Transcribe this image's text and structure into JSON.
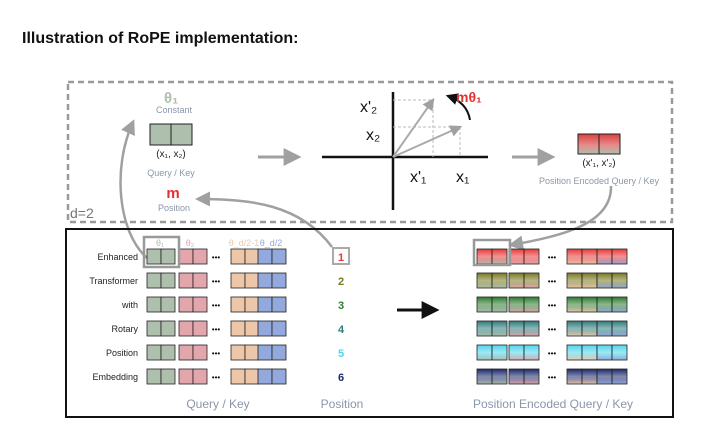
{
  "title": "Illustration of RoPE implementation:",
  "top_panel": {
    "theta_symbol": "θ₁",
    "constant_label": "Constant",
    "vector_label": "(x₁, x₂)",
    "query_key_label": "Query / Key",
    "m_symbol": "m",
    "position_label": "Position",
    "d_label": "d=2",
    "axis_x2p": "x'₂",
    "axis_x2": "x₂",
    "axis_x1p": "x'₁",
    "axis_x1": "x₁",
    "rotation_label": "mθ₁",
    "encoded_vector_label": "(x'₁, x'₂)",
    "encoded_label": "Position Encoded Query / Key"
  },
  "bottom_panel": {
    "theta_labels": [
      "θ₁",
      "θ₂",
      "θ_d/2-1",
      "θ_d/2"
    ],
    "ellipsis": "•••",
    "words": [
      "Enhanced",
      "Transformer",
      "with",
      "Rotary",
      "Position",
      "Embedding"
    ],
    "positions": [
      "1",
      "2",
      "3",
      "4",
      "5",
      "6"
    ],
    "position_colors": [
      "#e83a3a",
      "#7a7a22",
      "#2e7d32",
      "#2e7d7d",
      "#4fd6ec",
      "#1b2a6b"
    ],
    "query_key_caption": "Query / Key",
    "position_caption": "Position",
    "encoded_caption": "Position Encoded Query / Key"
  },
  "colors": {
    "green": "#aebfae",
    "pink": "#e3a6ac",
    "peach": "#eec7a8",
    "blue": "#93a8dc",
    "dashed_border": "#9a9a9a",
    "arrow_gray": "#a0a0a0",
    "label_gray": "#8a96aa"
  }
}
